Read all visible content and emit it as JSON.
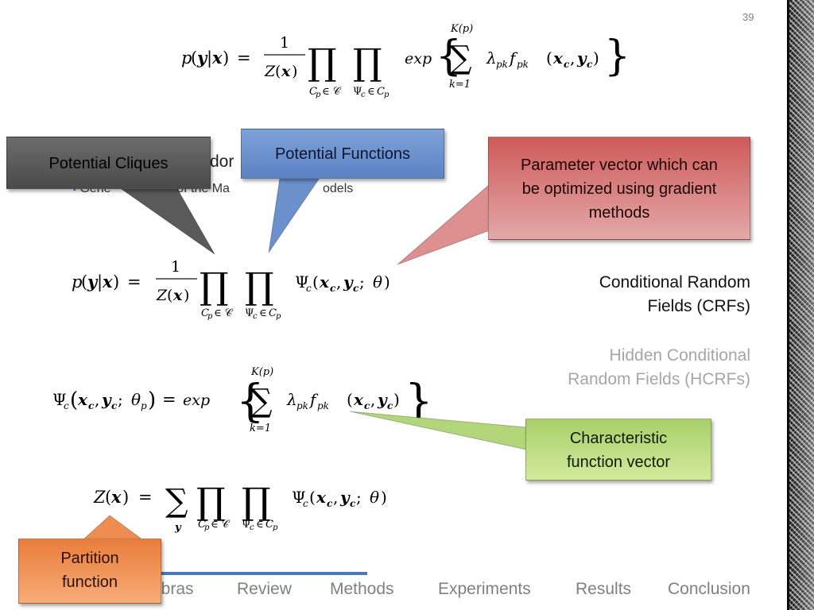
{
  "slide": {
    "number": "39"
  },
  "equations": {
    "main_top": "p(y|x) = 1/Z(x) ∏ ∏ exp{ Σ λ_pk f_pk (x_c, y_c) }",
    "crf_def": "p(y|x) = 1/Z(x) ∏ ∏ Ψ_c(x_c, y_c; θ)",
    "potential_def": "Ψ_c(x_c, y_c; θ_p) = exp{ Σ λ_pk f_pk (x_c, y_c) }",
    "partition_def": "Z(x) = Σ ∏ ∏ Ψ_c(x_c, y_c; θ)"
  },
  "bullets": {
    "main_fragment": "dor",
    "sub_fragment_1": "Gene",
    "sub_fragment_2": "on of the Ma",
    "sub_fragment_3": "odels"
  },
  "side_labels": {
    "active": [
      "Conditional Random",
      "Fields (CRFs)"
    ],
    "faded": [
      "Hidden Conditional",
      "Random Fields (HCRFs)"
    ]
  },
  "callouts": {
    "potential_cliques": "Potential Cliques",
    "potential_functions": "Potential Functions",
    "parameter_vector": [
      "Parameter vector which can",
      "be optimized using gradient",
      "methods"
    ],
    "characteristic": [
      "Characteristic",
      "function vector"
    ],
    "partition": [
      "Partition",
      "function"
    ]
  },
  "nav": {
    "items": [
      "ibras",
      "Review",
      "Methods",
      "Experiments",
      "Results",
      "Conclusion"
    ]
  },
  "colors": {
    "gray_callout": "#5a5a5a",
    "blue_callout": "#6b90cc",
    "red_callout": "#d97c7c",
    "green_callout": "#bddd84",
    "orange_callout": "#f0955a",
    "nav_bar": "#4a78b8"
  }
}
